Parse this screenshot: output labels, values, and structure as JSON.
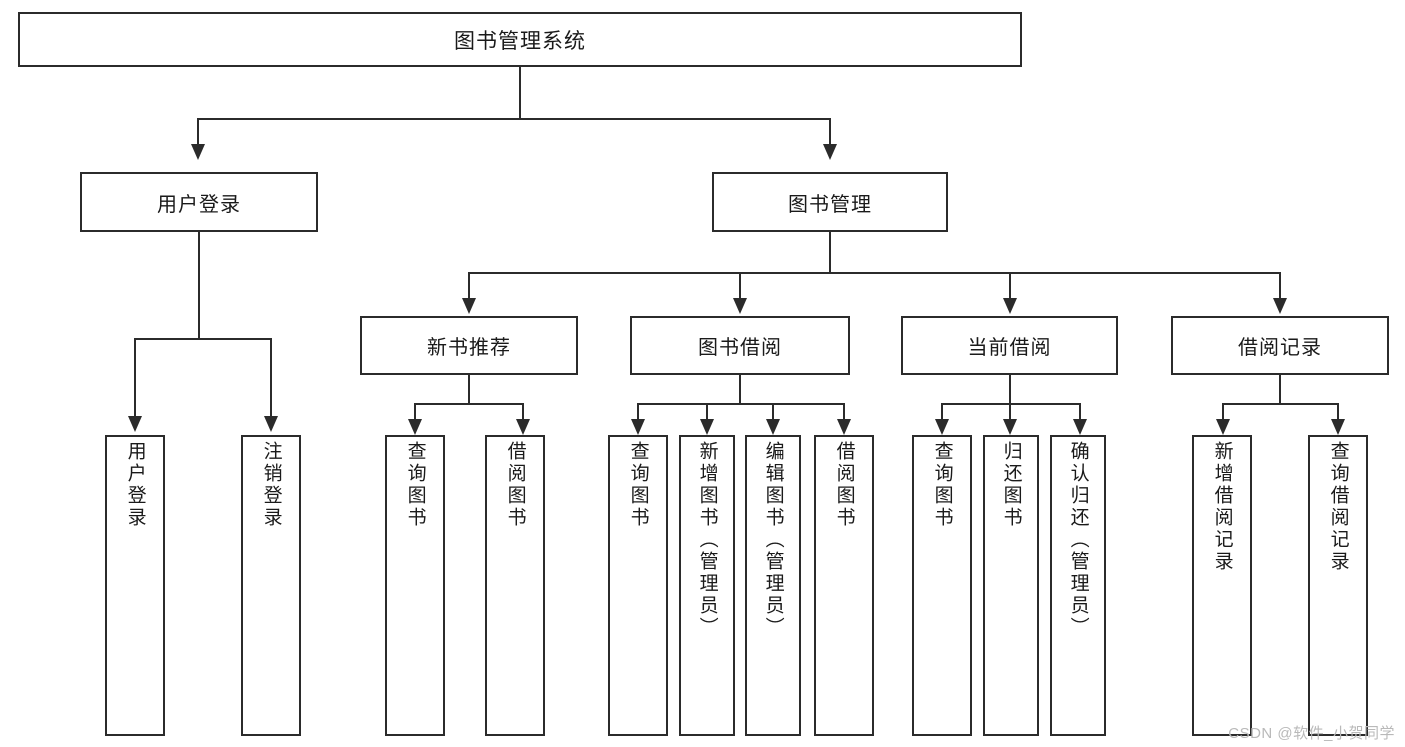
{
  "diagram": {
    "title": "图书管理系统",
    "watermark": "CSDN @软件_小贺同学",
    "colors": {
      "stroke": "#2b2b2b",
      "fill": "#ffffff",
      "text": "#1a1a1a",
      "watermark": "#b9b9b9"
    },
    "root": {
      "label": "图书管理系统"
    },
    "level2": [
      {
        "label": "用户登录"
      },
      {
        "label": "图书管理"
      }
    ],
    "level3": [
      {
        "label": "新书推荐"
      },
      {
        "label": "图书借阅"
      },
      {
        "label": "当前借阅"
      },
      {
        "label": "借阅记录"
      }
    ],
    "leaves": {
      "user_login": [
        {
          "label": "用户登录"
        },
        {
          "label": "注销登录"
        }
      ],
      "new_book_recommend": [
        {
          "label": "查询图书"
        },
        {
          "label": "借阅图书"
        }
      ],
      "book_borrow": [
        {
          "label": "查询图书"
        },
        {
          "label": "新增图书（管理员）"
        },
        {
          "label": "编辑图书（管理员）"
        },
        {
          "label": "借阅图书"
        }
      ],
      "current_borrow": [
        {
          "label": "查询图书"
        },
        {
          "label": "归还图书"
        },
        {
          "label": "确认归还（管理员）"
        }
      ],
      "borrow_record": [
        {
          "label": "新增借阅记录"
        },
        {
          "label": "查询借阅记录"
        }
      ]
    }
  },
  "chart_data": {
    "type": "tree-diagram",
    "title": "图书管理系统",
    "orientation": "top-down",
    "node_count": 18,
    "depth": 4,
    "nodes": [
      {
        "id": "root",
        "label": "图书管理系统",
        "level": 1,
        "parent": null
      },
      {
        "id": "user-login",
        "label": "用户登录",
        "level": 2,
        "parent": "root"
      },
      {
        "id": "book-mgmt",
        "label": "图书管理",
        "level": 2,
        "parent": "root"
      },
      {
        "id": "new-book",
        "label": "新书推荐",
        "level": 3,
        "parent": "book-mgmt"
      },
      {
        "id": "book-borrow",
        "label": "图书借阅",
        "level": 3,
        "parent": "book-mgmt"
      },
      {
        "id": "current-borrow",
        "label": "当前借阅",
        "level": 3,
        "parent": "book-mgmt"
      },
      {
        "id": "borrow-record",
        "label": "借阅记录",
        "level": 3,
        "parent": "book-mgmt"
      },
      {
        "id": "leaf-user-login",
        "label": "用户登录",
        "level": 3,
        "parent": "user-login"
      },
      {
        "id": "leaf-logout",
        "label": "注销登录",
        "level": 3,
        "parent": "user-login"
      },
      {
        "id": "leaf-nb-query",
        "label": "查询图书",
        "level": 4,
        "parent": "new-book"
      },
      {
        "id": "leaf-nb-borrow",
        "label": "借阅图书",
        "level": 4,
        "parent": "new-book"
      },
      {
        "id": "leaf-bb-query",
        "label": "查询图书",
        "level": 4,
        "parent": "book-borrow"
      },
      {
        "id": "leaf-bb-add",
        "label": "新增图书（管理员）",
        "level": 4,
        "parent": "book-borrow"
      },
      {
        "id": "leaf-bb-edit",
        "label": "编辑图书（管理员）",
        "level": 4,
        "parent": "book-borrow"
      },
      {
        "id": "leaf-bb-borrow",
        "label": "借阅图书",
        "level": 4,
        "parent": "book-borrow"
      },
      {
        "id": "leaf-cb-query",
        "label": "查询图书",
        "level": 4,
        "parent": "current-borrow"
      },
      {
        "id": "leaf-cb-return",
        "label": "归还图书",
        "level": 4,
        "parent": "current-borrow"
      },
      {
        "id": "leaf-cb-confirm",
        "label": "确认归还（管理员）",
        "level": 4,
        "parent": "current-borrow"
      },
      {
        "id": "leaf-br-add",
        "label": "新增借阅记录",
        "level": 4,
        "parent": "borrow-record"
      },
      {
        "id": "leaf-br-query",
        "label": "查询借阅记录",
        "level": 4,
        "parent": "borrow-record"
      }
    ]
  }
}
